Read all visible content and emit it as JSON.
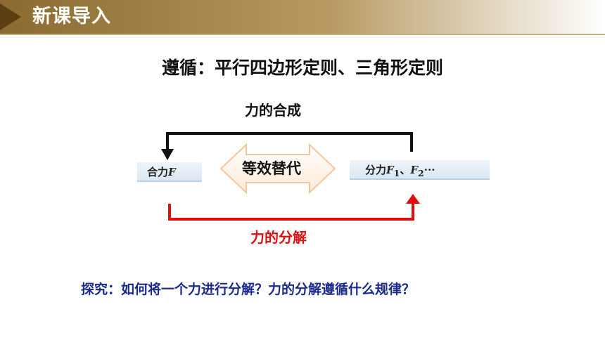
{
  "header": {
    "title": "新课导入"
  },
  "rule": "遵循：平行四边形定则、三角形定则",
  "diagram": {
    "compose_label": "力的合成",
    "decompose_label": "力的分解",
    "equiv_label": "等效替代",
    "left_box": {
      "prefix": "合力",
      "var": "F"
    },
    "right_box": {
      "prefix": "分力",
      "f1": "F",
      "sub1": "1",
      "sep": "、",
      "f2": "F",
      "sub2": "2",
      "suffix": "···"
    }
  },
  "question": "探究：如何将一个力进行分解？力的分解遵循什么规律？",
  "colors": {
    "header_bg": "#8a6a2f",
    "accent_red": "#e01010",
    "question_blue": "#1b2a8c"
  }
}
